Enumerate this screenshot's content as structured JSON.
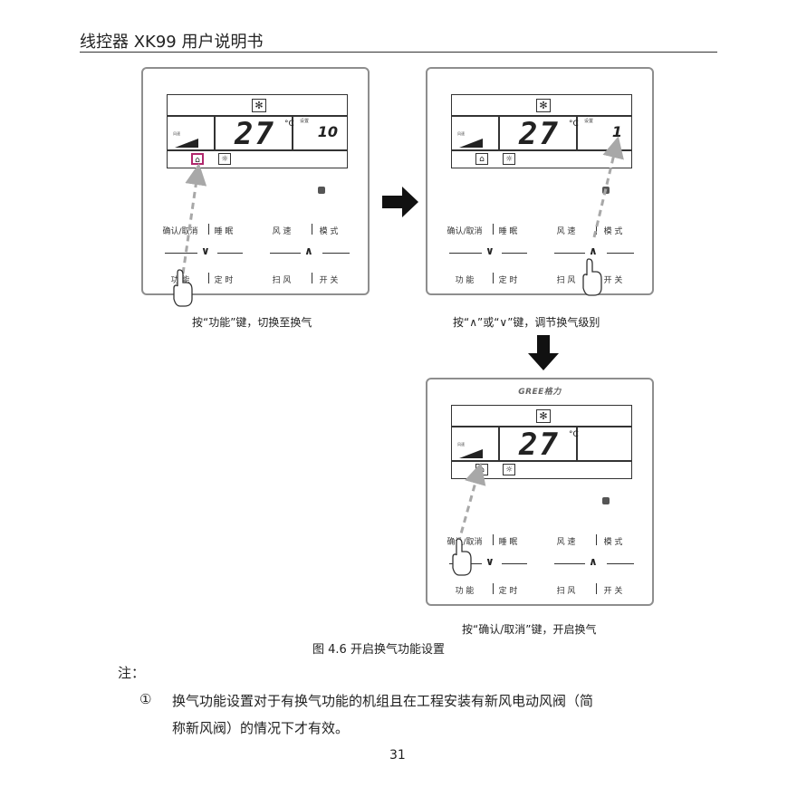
{
  "header": {
    "title": "线控器 XK99 用户说明书"
  },
  "panels": [
    {
      "lcd": {
        "mode_symbol": "✻",
        "temperature": "27",
        "degree_unit": "°C",
        "set_label": "设置",
        "set_value": "10",
        "fan_label": "风速"
      },
      "buttons": {
        "confirm": "确认/取消",
        "sleep": "睡 眠",
        "fan": "风 速",
        "mode": "模 式",
        "function": "功 能",
        "timer": "定 时",
        "swing": "扫 风",
        "power": "开 关",
        "down": "∨",
        "up": "∧"
      },
      "caption": "按“功能”键，切换至换气"
    },
    {
      "lcd": {
        "mode_symbol": "✻",
        "temperature": "27",
        "degree_unit": "°C",
        "set_label": "设置",
        "set_value": "1",
        "fan_label": "风速"
      },
      "buttons": {
        "confirm": "确认/取消",
        "sleep": "睡 眠",
        "fan": "风 速",
        "mode": "模 式",
        "function": "功 能",
        "timer": "定 时",
        "swing": "扫 风",
        "power": "开 关",
        "down": "∨",
        "up": "∧"
      },
      "caption": "按“∧”或“∨”键，调节换气级别"
    },
    {
      "brand": "GREE格力",
      "lcd": {
        "mode_symbol": "✻",
        "temperature": "27",
        "degree_unit": "°C",
        "fan_label": "风速"
      },
      "buttons": {
        "confirm": "确认/取消",
        "sleep": "睡 眠",
        "fan": "风 速",
        "mode": "模 式",
        "function": "功 能",
        "timer": "定 时",
        "swing": "扫 风",
        "power": "开 关",
        "down": "∨",
        "up": "∧"
      },
      "caption": "按“确认/取消”键，开启换气"
    }
  ],
  "icons": {
    "fresh_air": "fresh-air-icon",
    "light": "light-icon",
    "mode": "snowflake-icon",
    "hand": "pointing-hand-icon",
    "arrow_right": "arrow-right-icon",
    "arrow_down": "arrow-down-icon"
  },
  "colors": {
    "highlight": "#b0286c",
    "dashed_arrow": "#a8a8a8",
    "text": "#222222"
  },
  "figure_caption": "图 4.6  开启换气功能设置",
  "notes": {
    "title": "注：",
    "items": [
      {
        "num": "①",
        "line1": "换气功能设置对于有换气功能的机组且在工程安装有新风电动风阀（简",
        "line2": "称新风阀）的情况下才有效。"
      }
    ]
  },
  "page_number": "31"
}
